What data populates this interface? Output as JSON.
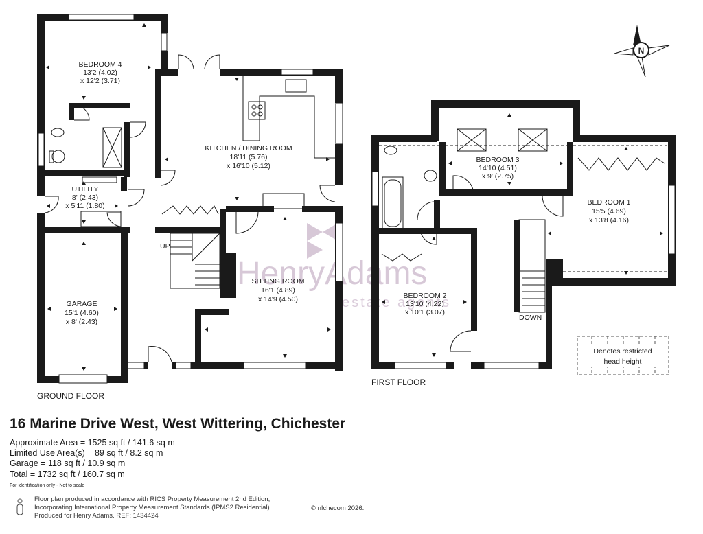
{
  "compass": {
    "letter": "N"
  },
  "rooms": {
    "bedroom4": {
      "name": "BEDROOM 4",
      "imperial": "13'2 (4.02)",
      "metric": "x 12'2 (3.71)"
    },
    "kitchen": {
      "name": "KITCHEN / DINING ROOM",
      "imperial": "18'11 (5.76)",
      "metric": "x 16'10 (5.12)"
    },
    "utility": {
      "name": "UTILITY",
      "imperial": "8' (2.43)",
      "metric": "x 5'11 (1.80)"
    },
    "sitting": {
      "name": "SITTING ROOM",
      "imperial": "16'1 (4.89)",
      "metric": "x 14'9 (4.50)"
    },
    "garage": {
      "name": "GARAGE",
      "imperial": "15'1 (4.60)",
      "metric": "x 8' (2.43)"
    },
    "bedroom3": {
      "name": "BEDROOM 3",
      "imperial": "14'10 (4.51)",
      "metric": "x 9' (2.75)"
    },
    "bedroom1": {
      "name": "BEDROOM 1",
      "imperial": "15'5 (4.69)",
      "metric": "x 13'8 (4.16)"
    },
    "bedroom2": {
      "name": "BEDROOM 2",
      "imperial": "13'10 (4.22)",
      "metric": "x 10'1 (3.07)"
    }
  },
  "stairs": {
    "up": "UP",
    "down": "DOWN"
  },
  "floors": {
    "ground": "GROUND FLOOR",
    "first": "FIRST FLOOR"
  },
  "legend": {
    "line1": "Denotes restricted",
    "line2": "head height"
  },
  "watermark": {
    "brand": "HenryAdams",
    "sub": "estate agents"
  },
  "property": {
    "address": "16 Marine Drive West, West Wittering, Chichester",
    "areas": [
      "Approximate Area = 1525 sq ft / 141.6 sq m",
      "Limited Use Area(s) = 89 sq ft / 8.2 sq m",
      "Garage = 118 sq ft / 10.9 sq m",
      "Total = 1732 sq ft / 160.7 sq m"
    ],
    "disclaimer": "For identification only - Not to scale"
  },
  "footer": {
    "lines": [
      "Floor plan produced in accordance with RICS Property Measurement 2nd Edition,",
      "Incorporating International Property Measurement Standards (IPMS2 Residential).",
      "Produced for Henry Adams.   REF: 1434424"
    ],
    "brand": "© n!checom 2026."
  }
}
